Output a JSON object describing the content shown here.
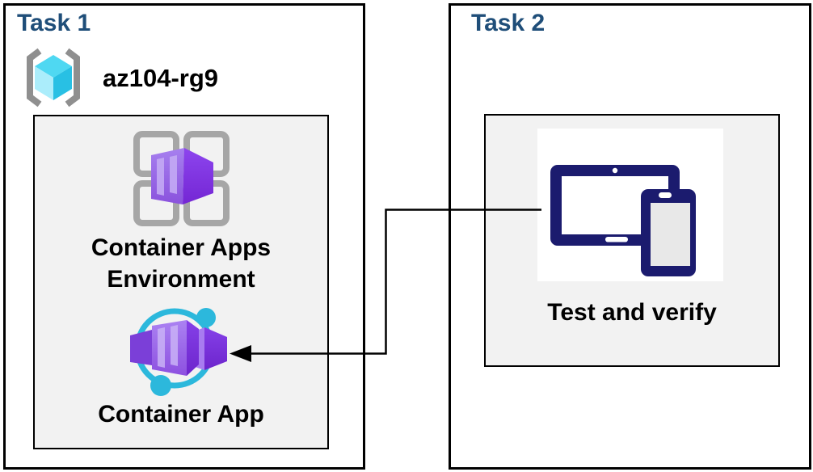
{
  "task1": {
    "title": "Task 1",
    "resource_group_name": "az104-rg9",
    "env_label_line1": "Container Apps",
    "env_label_line2": "Environment",
    "app_label": "Container App"
  },
  "task2": {
    "title": "Task 2",
    "device_label": "Test and verify"
  },
  "colors": {
    "title_navy": "#1f4e79",
    "border_black": "#000000",
    "panel_gray": "#f2f2f2",
    "bracket_gray": "#8f8f8f",
    "grid_gray": "#a6a6a6",
    "cube_top_cyan": "#4fd8f2",
    "cube_left_cyan": "#abedfb",
    "cube_right_cyan": "#28c0e4",
    "cyan_accent": "#2cb8dc",
    "device_navy": "#1b1b6e",
    "phone_screen_gray": "#e8e8e8",
    "arrow_black": "#000000"
  }
}
